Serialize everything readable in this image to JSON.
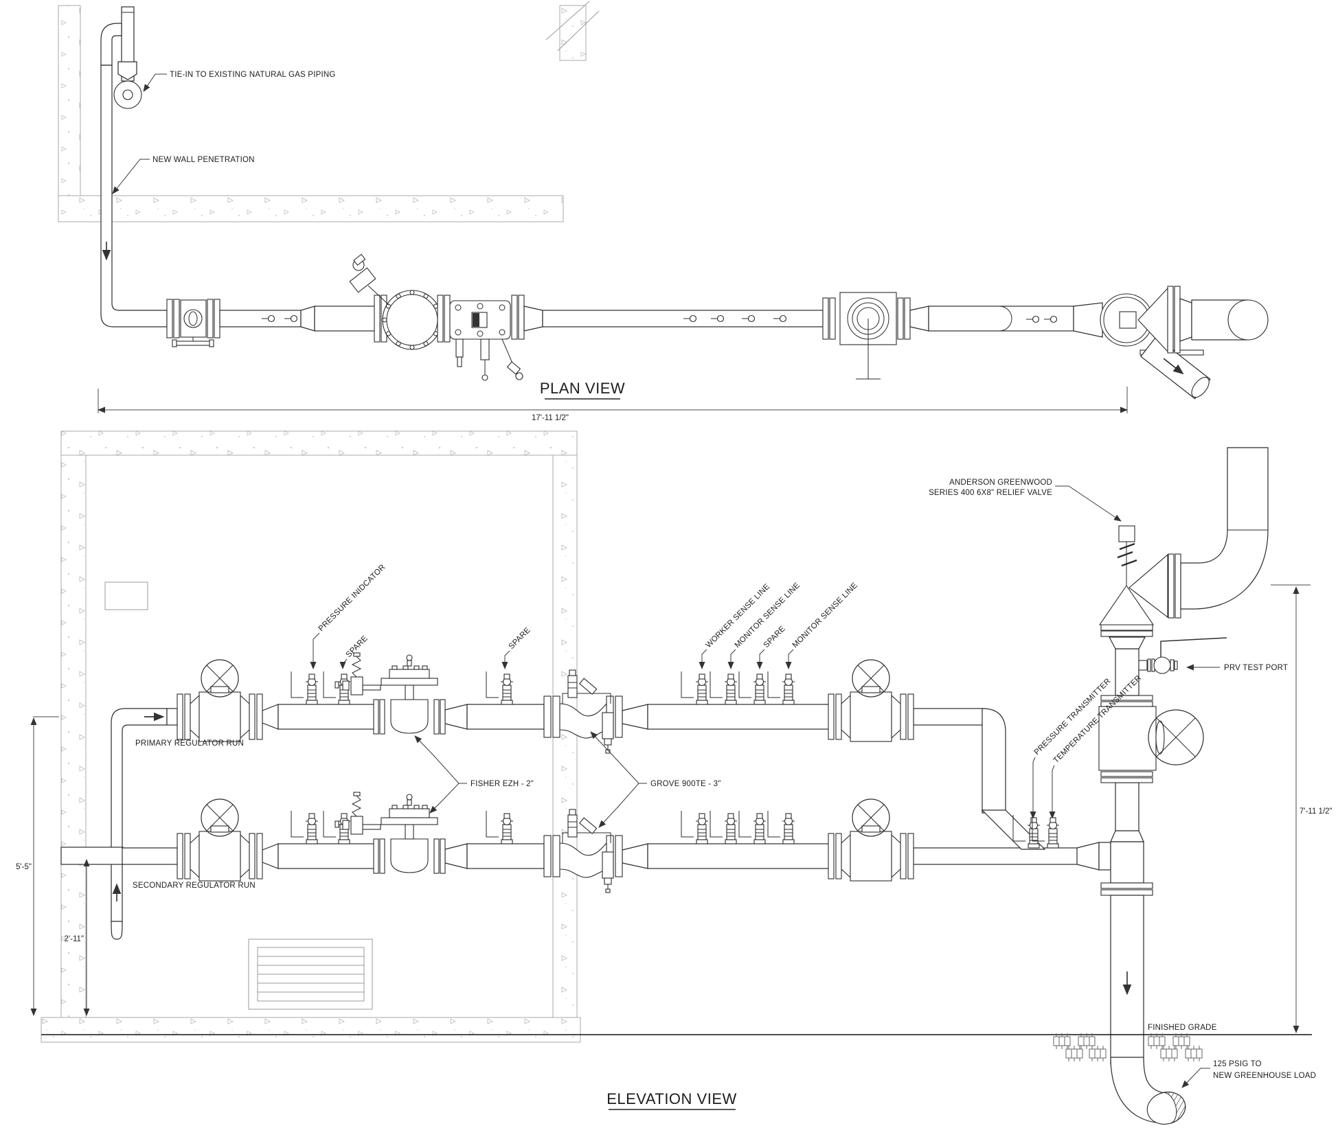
{
  "colors": {
    "line": "#2a2a2a",
    "concrete": "#bdbdbd",
    "background": "#ffffff"
  },
  "plan": {
    "title": "PLAN VIEW",
    "dimension_width": "17'-11 1/2\"",
    "labels": {
      "tie_in": "TIE-IN TO EXISTING NATURAL GAS PIPING",
      "wall_penetration": "NEW WALL PENETRATION"
    }
  },
  "elevation": {
    "title": "ELEVATION VIEW",
    "labels": {
      "relief_valve_line1": "ANDERSON GREENWOOD",
      "relief_valve_line2": "SERIES 400 6X8\" RELIEF VALVE",
      "pressure_indicator": "PRESSURE INIDCATOR",
      "spare1": "SPARE",
      "spare2": "SPARE",
      "worker_sense": "WORKER SENSE LINE",
      "monitor_sense1": "MONITOR SENSE LINE",
      "spare3": "SPARE",
      "monitor_sense2": "MONITOR SENSE LINE",
      "primary_run": "PRIMARY REGULATOR RUN",
      "secondary_run": "SECONDARY REGULATOR RUN",
      "fisher": "FISHER EZH - 2\"",
      "grove": "GROVE 900TE - 3\"",
      "pressure_transmitter": "PRESSURE TRANSMITTER",
      "temperature_transmitter": "TEMPERATURE TRANSMITTER",
      "prv_test_port": "PRV TEST PORT",
      "finished_grade": "FINISHED GRADE",
      "load_line1": "125 PSIG TO",
      "load_line2": "NEW GREENHOUSE LOAD"
    },
    "dimensions": {
      "overall_height": "7'-11 1/2\"",
      "primary_height": "5'-5\"",
      "secondary_height": "2'-11\""
    }
  }
}
